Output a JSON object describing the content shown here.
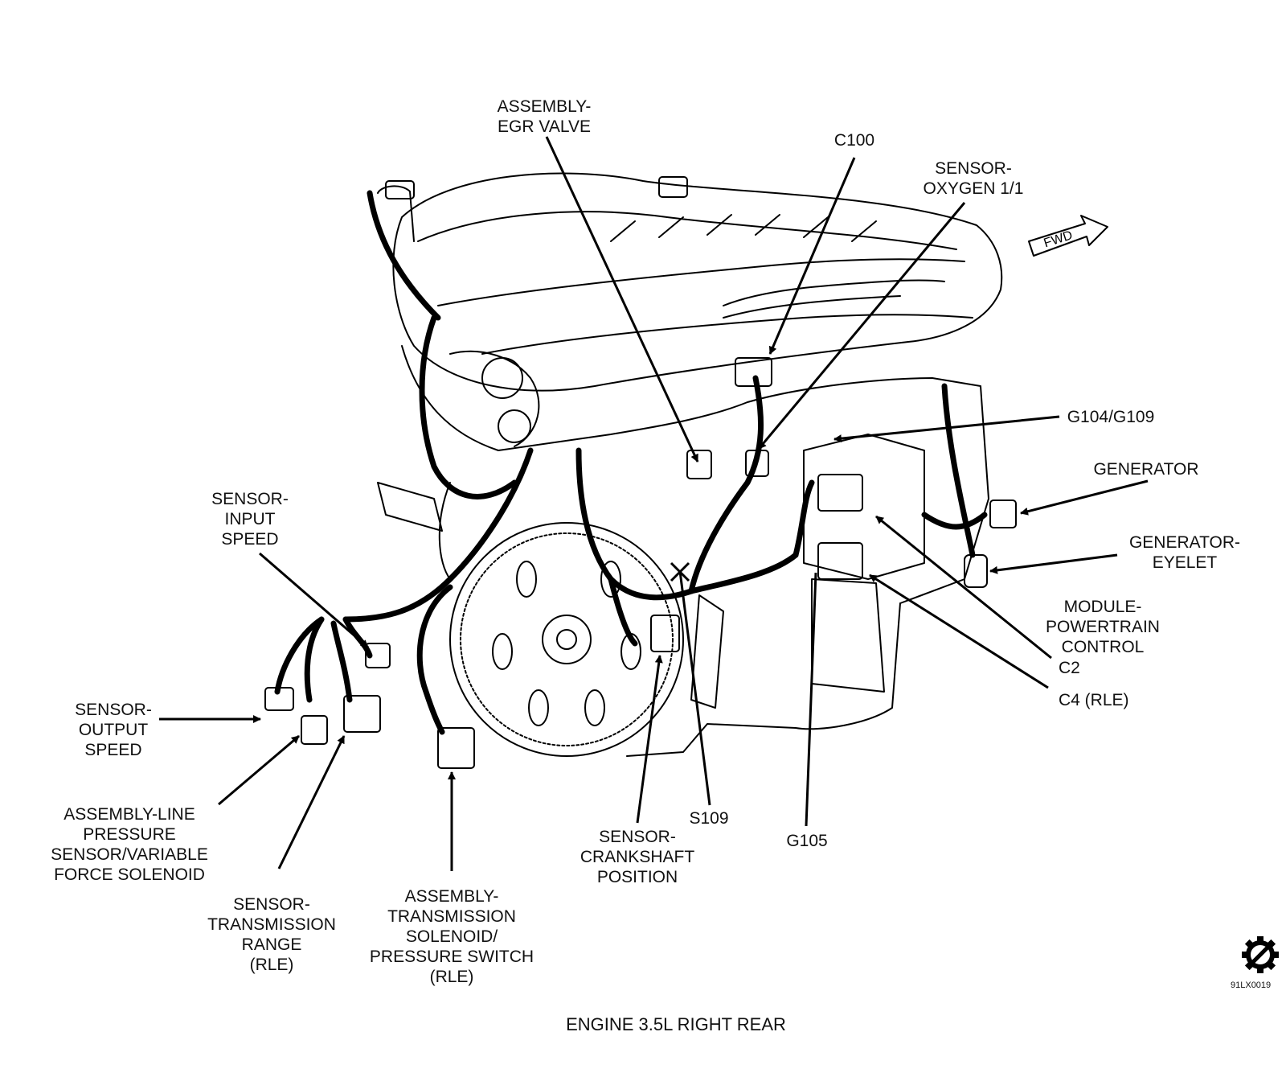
{
  "figure": {
    "caption": "ENGINE 3.5L RIGHT REAR",
    "drawing_code": "91LX0019",
    "fwd_label": "FWD",
    "logo_icon": "gear-slashed-circle-icon",
    "line_color": "#000000",
    "background_color": "#ffffff"
  },
  "callouts": {
    "egr_valve": [
      "ASSEMBLY-",
      "EGR VALVE"
    ],
    "c100": [
      "C100"
    ],
    "oxygen_sensor": [
      "SENSOR-",
      "OXYGEN 1/1"
    ],
    "g104_g109": [
      "G104/G109"
    ],
    "generator": [
      "GENERATOR"
    ],
    "generator_eyelet": [
      "GENERATOR-",
      "EYELET"
    ],
    "pcm": [
      "MODULE-",
      "POWERTRAIN",
      "CONTROL"
    ],
    "c2": [
      "C2"
    ],
    "c4": [
      "C4 (RLE)"
    ],
    "input_speed": [
      "SENSOR-",
      "INPUT",
      "SPEED"
    ],
    "output_speed": [
      "SENSOR-",
      "OUTPUT",
      "SPEED"
    ],
    "line_pressure": [
      "ASSEMBLY-LINE",
      "PRESSURE",
      "SENSOR/VARIABLE",
      "FORCE SOLENOID"
    ],
    "trans_range": [
      "SENSOR-",
      "TRANSMISSION",
      "RANGE",
      "(RLE)"
    ],
    "trans_solenoid": [
      "ASSEMBLY-",
      "TRANSMISSION",
      "SOLENOID/",
      "PRESSURE SWITCH",
      "(RLE)"
    ],
    "crankshaft": [
      "SENSOR-",
      "CRANKSHAFT",
      "POSITION"
    ],
    "s109": [
      "S109"
    ],
    "g105": [
      "G105"
    ]
  }
}
